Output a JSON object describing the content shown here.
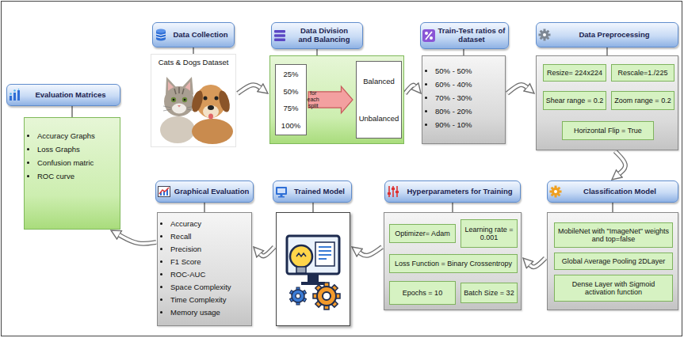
{
  "diagram": {
    "nodes": [
      {
        "text": [
          "Data Collection"
        ]
      },
      {
        "text": [
          "Cats & Dogs Dataset"
        ]
      },
      {
        "text": [
          "Data Division and Balancing"
        ]
      },
      {
        "text": []
      },
      {
        "text": [
          "25%",
          "50%",
          "75%",
          "100%"
        ],
        "in": 3
      },
      {
        "text": [
          "for each split"
        ],
        "in": 3
      },
      {
        "text": [
          "Balanced",
          "Unbalanced"
        ],
        "in": 3
      },
      {
        "text": [
          "Train-Test ratios of dataset"
        ]
      },
      {
        "text": [
          "50% - 50%",
          "60% - 40%",
          "70% - 30%",
          "80% - 20%",
          "90% - 10%"
        ]
      },
      {
        "text": [
          "Data Preprocessing"
        ]
      },
      {
        "text": []
      },
      {
        "text": [
          "Resize= 224x224"
        ],
        "in": 10
      },
      {
        "text": [
          "Rescale=1./225"
        ],
        "in": 10
      },
      {
        "text": [
          "Shear range = 0.2"
        ],
        "in": 10
      },
      {
        "text": [
          "Zoom range = 0.2"
        ],
        "in": 10
      },
      {
        "text": [
          "Horizontal Flip = True"
        ],
        "in": 10
      },
      {
        "text": [
          "Evaluation Matrices"
        ]
      },
      {
        "text": [
          "Accuracy Graphs",
          "Loss Graphs",
          "Confusion matric",
          "ROC curve"
        ]
      },
      {
        "text": [
          "Graphical Evaluation"
        ]
      },
      {
        "text": [
          "Accuracy",
          "Recall",
          "Precision",
          "F1 Score",
          "ROC-AUC",
          "Space Complexity",
          "Time Complexity",
          "Memory usage"
        ]
      },
      {
        "text": [
          "Trained Model"
        ]
      },
      {
        "text": []
      },
      {
        "text": [
          "Hyperparameters for Training"
        ]
      },
      {
        "text": []
      },
      {
        "text": [
          "Optimizer= Adam"
        ],
        "in": 23
      },
      {
        "text": [
          "Learning rate = 0.001"
        ],
        "in": 23
      },
      {
        "text": [
          "Loss Function = Binary Crossentropy"
        ],
        "in": 23
      },
      {
        "text": [
          "Epochs = 10"
        ],
        "in": 23
      },
      {
        "text": [
          "Batch Size = 32"
        ],
        "in": 23
      },
      {
        "text": [
          "Classification Model"
        ]
      },
      {
        "text": []
      },
      {
        "text": [
          "MobileNet with \"ImageNet\" weights and top=false"
        ],
        "in": 30
      },
      {
        "text": [
          "Global Average Pooling 2DLayer"
        ],
        "in": 30
      },
      {
        "text": [
          "Dense Layer with Sigmoid activation function"
        ],
        "in": 30
      }
    ],
    "edges": [
      {
        "from": 0,
        "to": 1,
        "arrow": "none"
      },
      {
        "from": 2,
        "to": 3,
        "arrow": "none"
      },
      {
        "from": 7,
        "to": 8,
        "arrow": "none"
      },
      {
        "from": 9,
        "to": 10,
        "arrow": "none"
      },
      {
        "from": 16,
        "to": 17,
        "arrow": "none"
      },
      {
        "from": 18,
        "to": 19,
        "arrow": "none"
      },
      {
        "from": 20,
        "to": 21,
        "arrow": "none"
      },
      {
        "from": 22,
        "to": 23,
        "arrow": "none"
      },
      {
        "from": 29,
        "to": 30,
        "arrow": "none"
      },
      {
        "from": 1,
        "to": 3,
        "arrow": "to"
      },
      {
        "from": 3,
        "to": 8,
        "arrow": "to"
      },
      {
        "from": 8,
        "to": 10,
        "arrow": "to"
      },
      {
        "from": 10,
        "to": 29,
        "arrow": "to"
      },
      {
        "from": 30,
        "to": 23,
        "arrow": "to"
      },
      {
        "from": 23,
        "to": 21,
        "arrow": "to"
      },
      {
        "from": 21,
        "to": 19,
        "arrow": "to"
      },
      {
        "from": 19,
        "to": 17,
        "arrow": "to"
      }
    ]
  }
}
